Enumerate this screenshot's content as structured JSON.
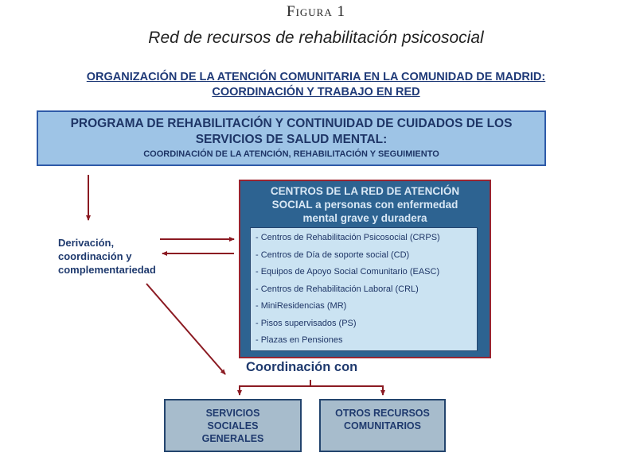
{
  "figure": {
    "label": "Figura 1",
    "title": "Red de recursos de rehabilitación psicosocial"
  },
  "header": {
    "line1": "ORGANIZACIÓN DE LA ATENCIÓN COMUNITARIA EN LA COMUNIDAD DE MADRID:",
    "line2": "COORDINACIÓN Y TRABAJO EN RED"
  },
  "program_box": {
    "line1": "PROGRAMA DE REHABILITACIÓN Y CONTINUIDAD DE CUIDADOS DE LOS",
    "line2": "SERVICIOS DE SALUD MENTAL:",
    "subtitle": "COORDINACIÓN DE LA ATENCIÓN, REHABILITACIÓN Y SEGUIMIENTO",
    "fill_color": "#9ec4e6",
    "border_color": "#2e5aa8"
  },
  "centros_box": {
    "head_line1": "CENTROS  DE LA RED DE ATENCIÓN",
    "head_line2": "SOCIAL  a personas con enfermedad",
    "head_line3": "mental grave y duradera",
    "items": [
      "- Centros de Rehabilitación Psicosocial (CRPS)",
      "- Centros de Día de soporte social (CD)",
      "- Equipos de Apoyo Social Comunitario (EASC)",
      "- Centros de Rehabilitación Laboral (CRL)",
      "- MiniResidencias (MR)",
      "- Pisos supervisados (PS)",
      "- Plazas en Pensiones"
    ],
    "fill_color": "#2d6391",
    "border_color": "#9a2430",
    "list_fill_color": "#cbe3f2"
  },
  "derivacion": {
    "line1": "Derivación,",
    "line2": "coordinación y",
    "line3": "complementariedad"
  },
  "coordinacion": {
    "label": "Coordinación con"
  },
  "bottom_boxes": [
    {
      "line1": "SERVICIOS",
      "line2": "SOCIALES",
      "line3": "GENERALES"
    },
    {
      "line1": "OTROS RECURSOS",
      "line2": "COMUNITARIOS",
      "line3": ""
    }
  ],
  "colors": {
    "arrow": "#8b1a22",
    "text_dark_blue": "#1f3a6e",
    "bottom_box_fill": "#a7bccc"
  }
}
